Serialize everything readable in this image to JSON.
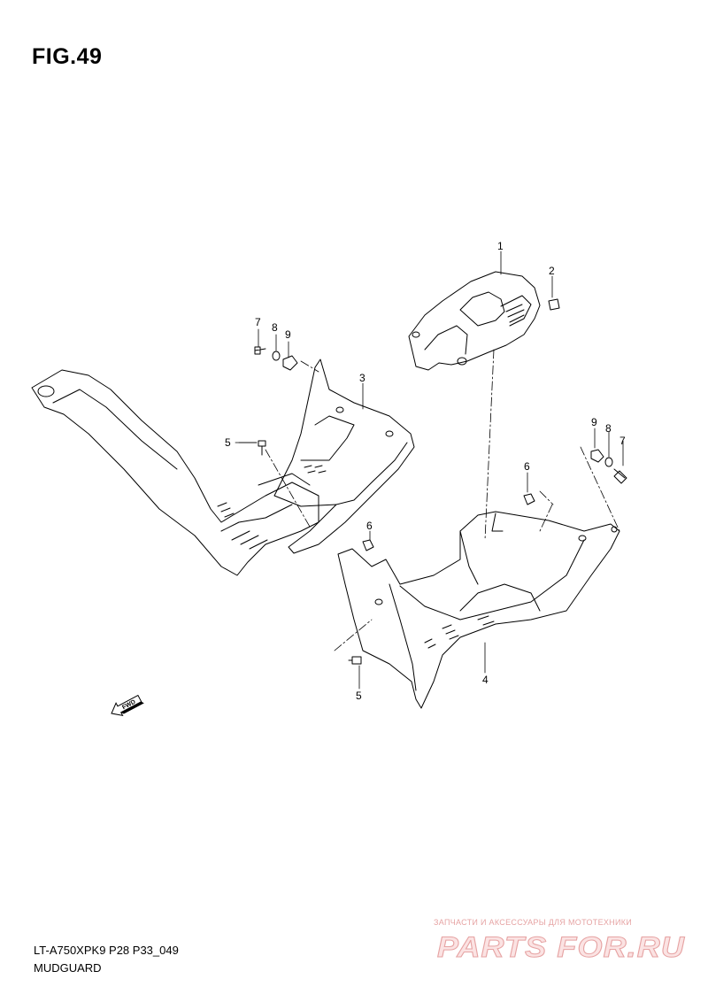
{
  "figure": {
    "title": "FIG.49",
    "model_code": "LT-A750XPK9 P28 P33_049",
    "section_name": "MUDGUARD"
  },
  "callouts": {
    "part_1": "1",
    "part_2": "2",
    "part_3": "3",
    "part_4": "4",
    "part_5_left": "5",
    "part_5_right": "5",
    "part_6_upper": "6",
    "part_6_lower": "6",
    "part_7_left": "7",
    "part_7_right": "7",
    "part_8_left": "8",
    "part_8_right": "8",
    "part_9_left": "9",
    "part_9_right": "9"
  },
  "direction_arrow": {
    "label": "FWD"
  },
  "watermark": {
    "tagline": "ЗАПЧАСТИ И АКСЕССУАРЫ ДЛЯ МОТОТЕХНИКИ",
    "logo_text": "PARTS FOR.RU",
    "color": "#e6a3a3"
  }
}
